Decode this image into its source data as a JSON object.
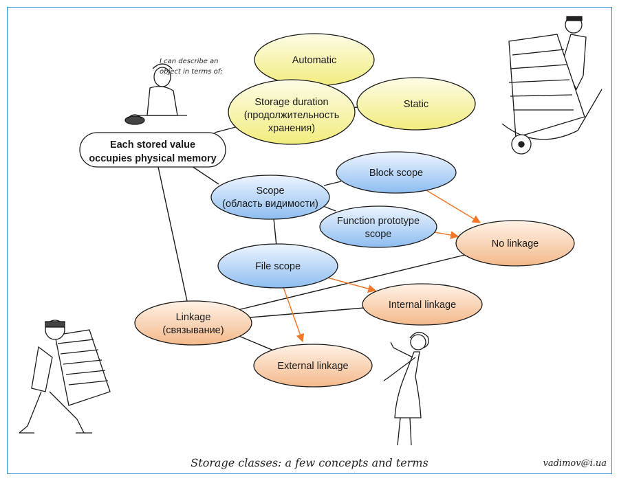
{
  "aside": {
    "line1": "I can describe an",
    "line2": "object in terms of:"
  },
  "nodes": {
    "memory": [
      "Each stored value",
      "occupies physical memory"
    ],
    "storage_duration": [
      "Storage duration",
      "(продолжительность",
      "хранения)"
    ],
    "automatic": [
      "Automatic"
    ],
    "static": [
      "Static"
    ],
    "scope": [
      "Scope",
      "(область видимости)"
    ],
    "block_scope": [
      "Block scope"
    ],
    "function_prototype_scope": [
      "Function prototype",
      "scope"
    ],
    "file_scope": [
      "File scope"
    ],
    "linkage": [
      "Linkage",
      "(связывание)"
    ],
    "no_linkage": [
      "No linkage"
    ],
    "internal_linkage": [
      "Internal linkage"
    ],
    "external_linkage": [
      "External linkage"
    ]
  },
  "colors": {
    "yellow_top": "#fdfce6",
    "yellow_bottom": "#f2ec7e",
    "blue_top": "#eef5ff",
    "blue_bottom": "#8dbdf0",
    "orange_top": "#fff2e6",
    "orange_bottom": "#f3b98b",
    "arrow": "#f07828",
    "frame": "#2f8fd8"
  },
  "caption": "Storage classes: a few concepts and terms",
  "credit": "vadimov@i.ua"
}
